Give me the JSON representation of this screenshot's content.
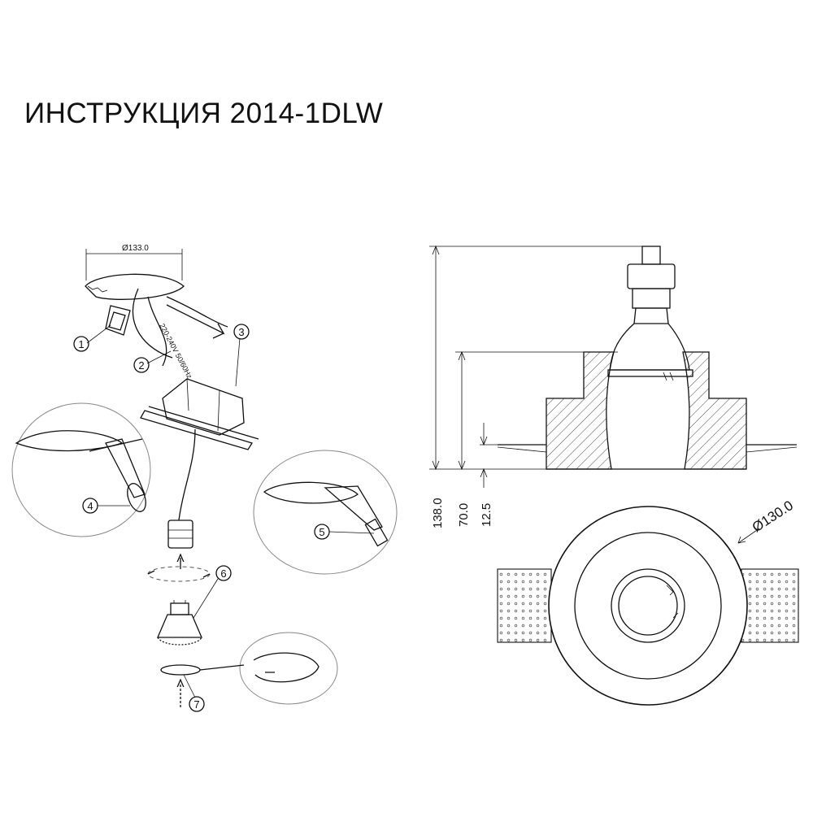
{
  "title": "ИНСТРУКЦИЯ 2014-1DLW",
  "left_diagram": {
    "cutout_diameter": "Ø133.0",
    "voltage": "220-240V 50/60Hz",
    "callouts": [
      "1",
      "2",
      "3",
      "4",
      "5",
      "6",
      "7"
    ]
  },
  "right_diagram": {
    "dimensions": {
      "total_height": "138.0",
      "body_height": "70.0",
      "flange": "12.5",
      "diameter": "Ø130.0"
    }
  }
}
